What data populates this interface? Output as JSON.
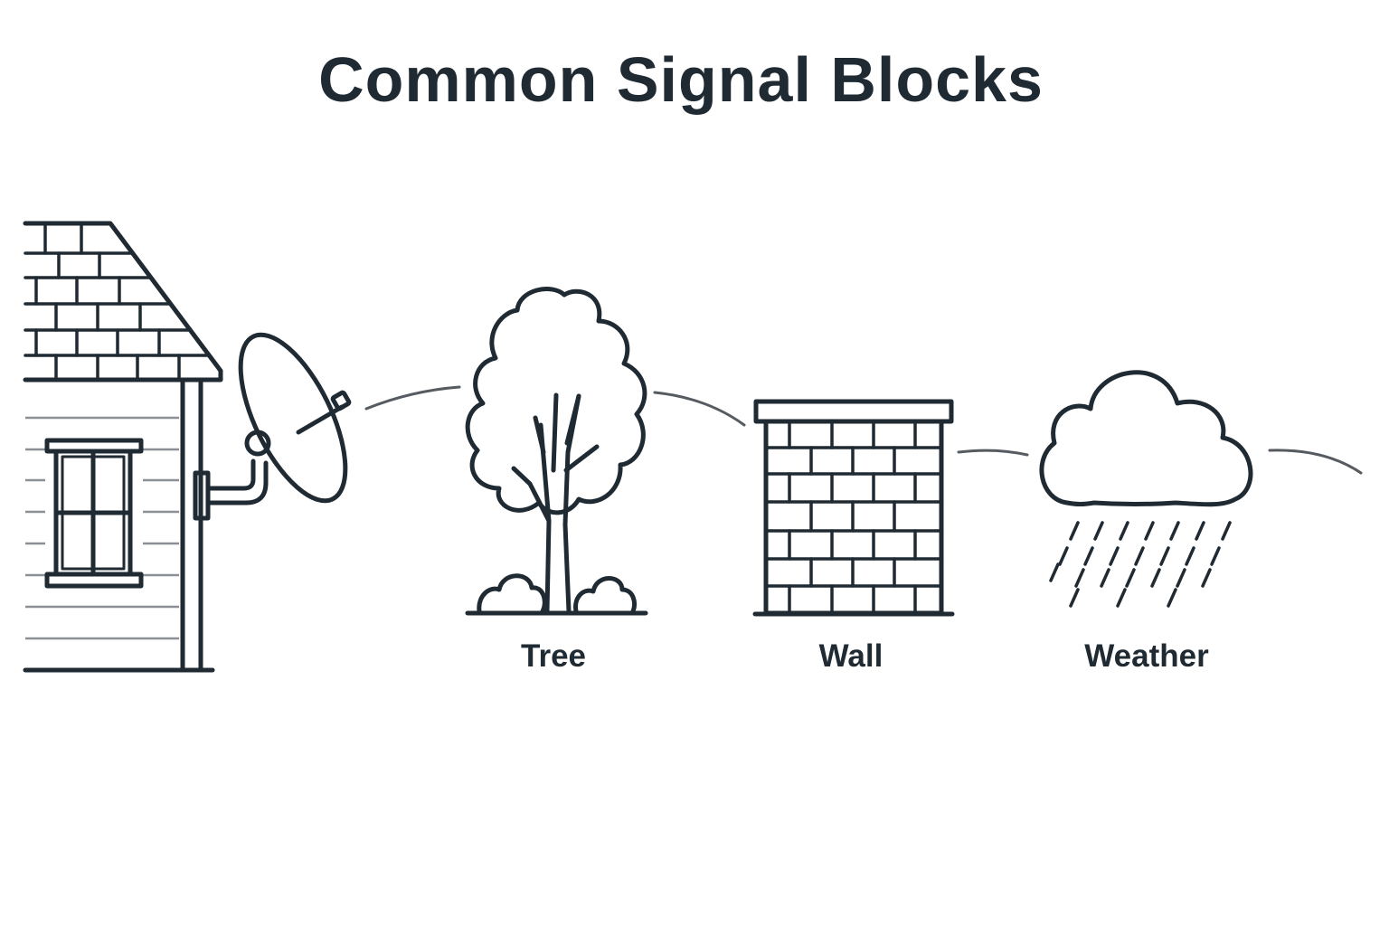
{
  "title": "Common Signal Blocks",
  "obstacles": [
    {
      "label": "Tree",
      "icon": "tree-icon"
    },
    {
      "label": "Wall",
      "icon": "brick-wall-icon"
    },
    {
      "label": "Weather",
      "icon": "rain-cloud-icon"
    }
  ],
  "colors": {
    "line": "#1f2a33",
    "siding": "#8a9096",
    "signal": "#555b60"
  }
}
